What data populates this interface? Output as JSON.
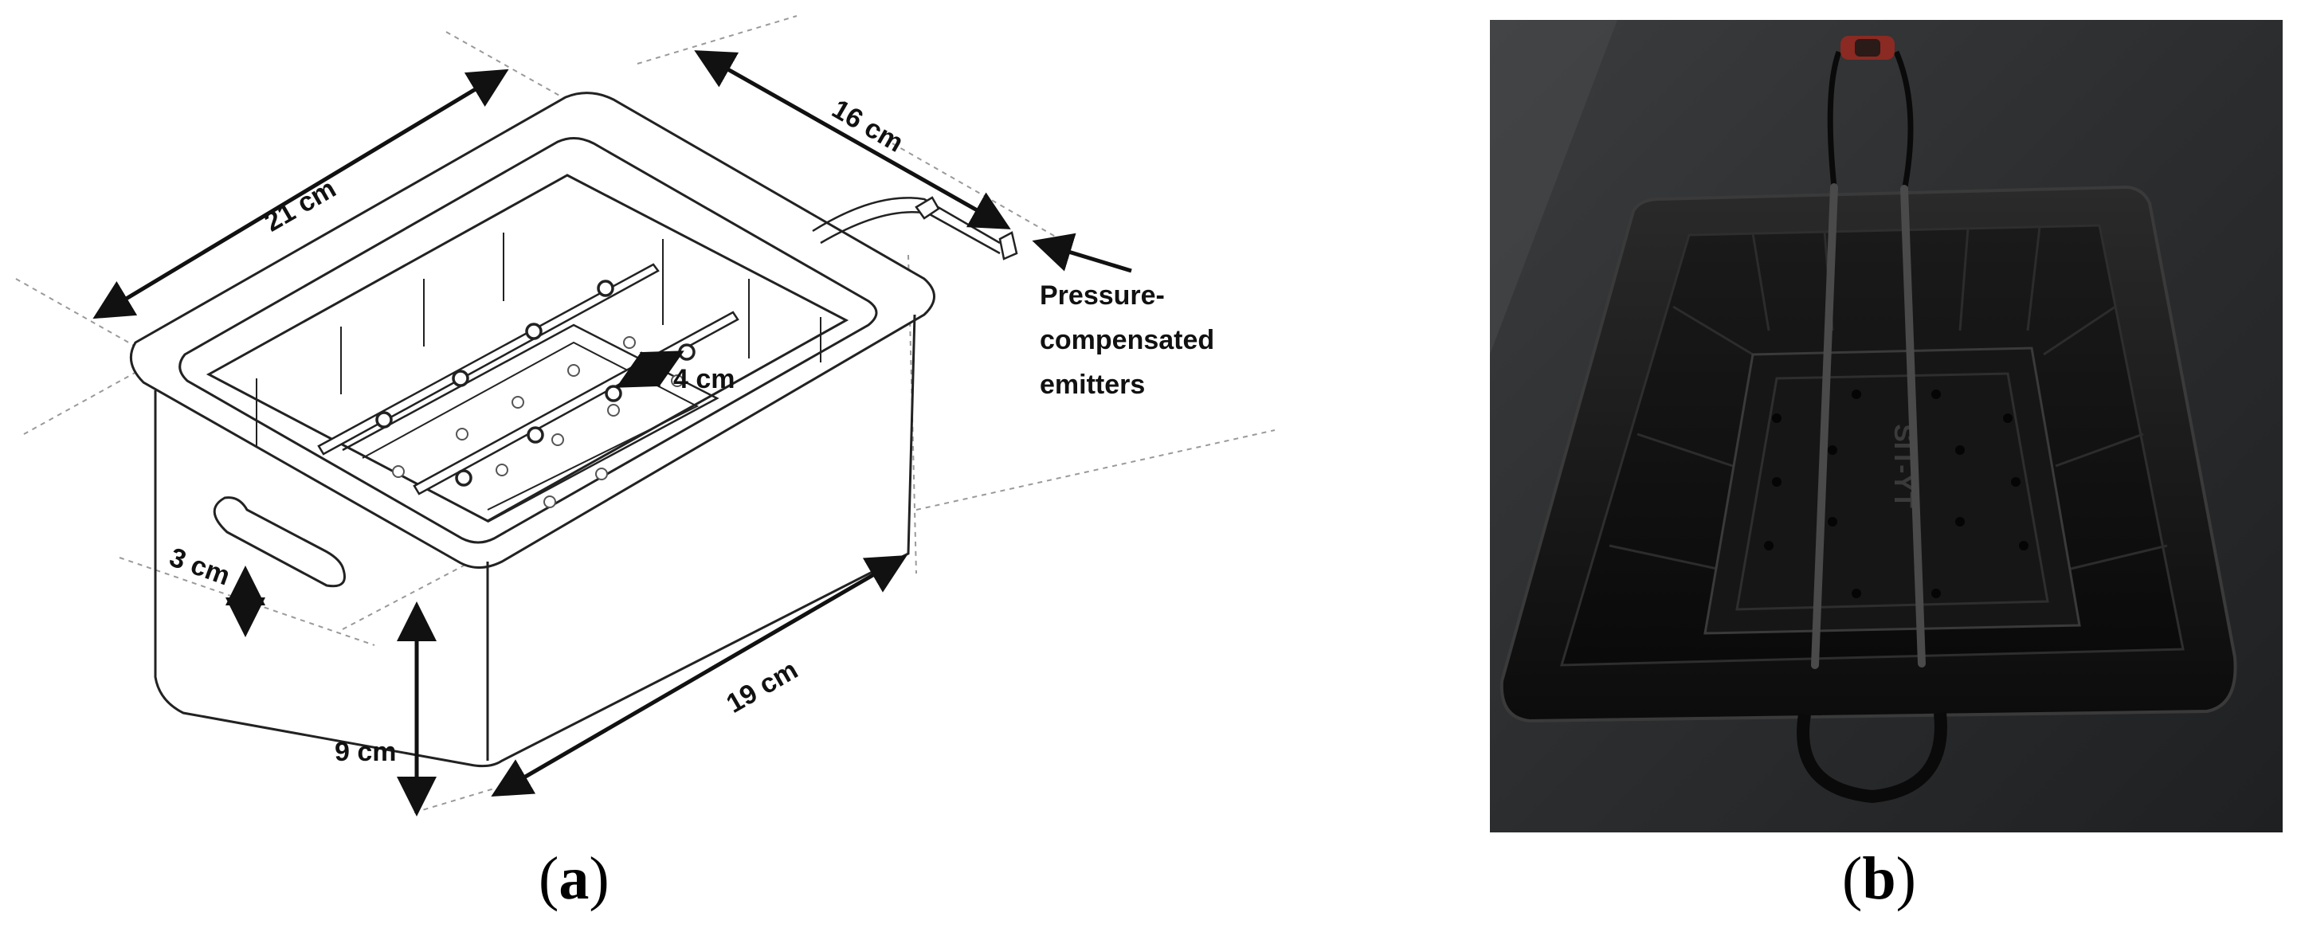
{
  "figure": {
    "panel_a": {
      "dimensions": {
        "length_top": "21 cm",
        "width_top": "16 cm",
        "length_bottom": "19 cm",
        "height": "9 cm",
        "handle_offset": "3 cm",
        "tube_spacing": "4 cm"
      },
      "emitter_label": [
        "Pressure-",
        "compensated",
        "emitters"
      ],
      "caption_open": "(",
      "caption_letter": "a",
      "caption_close": ")"
    },
    "panel_b": {
      "tray_marking": "SIT-YT",
      "caption_open": "(",
      "caption_letter": "b",
      "caption_close": ")"
    }
  },
  "colors": {
    "line": "#222222",
    "dashed": "#9a9a9a",
    "tray_black": "#141414",
    "bench": "#2a2c2e"
  }
}
